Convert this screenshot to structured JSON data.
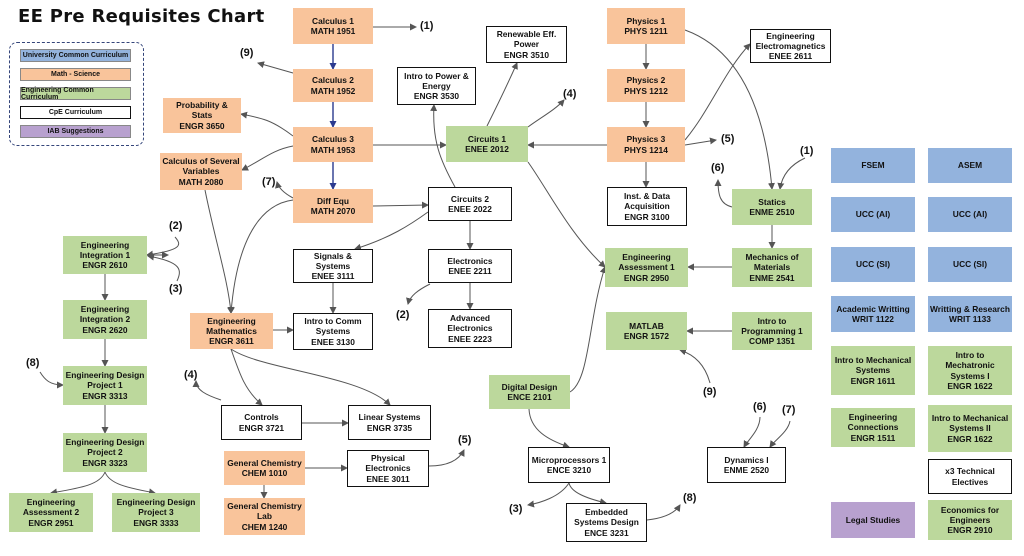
{
  "title": "EE Pre Requisites Chart",
  "legend": {
    "items": [
      {
        "label": "University Common Curriculum",
        "color": "#93b3dd"
      },
      {
        "label": "Math - Science",
        "color": "#f9c49b"
      },
      {
        "label": "Engineering Common Curriculum",
        "color": "#bcd89c"
      },
      {
        "label": "CpE Curriculum",
        "color": "#ffffff"
      },
      {
        "label": "IAB Suggestions",
        "color": "#b8a1cf"
      }
    ]
  },
  "courses": {
    "calc1": {
      "name": "Calculus 1",
      "code": "MATH 1951"
    },
    "calc2": {
      "name": "Calculus 2",
      "code": "MATH 1952"
    },
    "calc3": {
      "name": "Calculus 3",
      "code": "MATH 1953"
    },
    "prob": {
      "name": "Probability & Stats",
      "code": "ENGR 3650"
    },
    "cosv": {
      "name": "Calculus of Several Variables",
      "code": "MATH 2080"
    },
    "diffeq": {
      "name": "Diff Equ",
      "code": "MATH 2070"
    },
    "engmath": {
      "name": "Engineering Mathematics",
      "code": "ENGR 3611"
    },
    "ipe": {
      "name": "Intro to Power & Energy",
      "code": "ENGR 3530"
    },
    "ren": {
      "name": "Renewable Eff. Power",
      "code": "ENGR 3510"
    },
    "circ1": {
      "name": "Circuits 1",
      "code": "ENEE 2012"
    },
    "circ2": {
      "name": "Circuits 2",
      "code": "ENEE 2022"
    },
    "sig": {
      "name": "Signals & Systems",
      "code": "ENEE 3111"
    },
    "comm": {
      "name": "Intro to Comm Systems",
      "code": "ENEE 3130"
    },
    "elec": {
      "name": "Electronics",
      "code": "ENEE 2211"
    },
    "advelec": {
      "name": "Advanced Electronics",
      "code": "ENEE 2223"
    },
    "controls": {
      "name": "Controls",
      "code": "ENGR 3721"
    },
    "linsys": {
      "name": "Linear Systems",
      "code": "ENGR 3735"
    },
    "gchem": {
      "name": "General Chemistry",
      "code": "CHEM 1010"
    },
    "gchemlab": {
      "name": "General Chemistry Lab",
      "code": "CHEM 1240"
    },
    "physel": {
      "name": "Physical Electronics",
      "code": "ENEE 3011"
    },
    "ei1": {
      "name": "Engineering Integration 1",
      "code": "ENGR 2610"
    },
    "ei2": {
      "name": "Engineering Integration 2",
      "code": "ENGR 2620"
    },
    "edp1": {
      "name": "Engineering Design Project 1",
      "code": "ENGR 3313"
    },
    "edp2": {
      "name": "Engineering Design Project 2",
      "code": "ENGR 3323"
    },
    "ea2": {
      "name": "Engineering Assessment 2",
      "code": "ENGR 2951"
    },
    "edp3": {
      "name": "Engineering Design Project 3",
      "code": "ENGR 3333"
    },
    "phys1": {
      "name": "Physics 1",
      "code": "PHYS 1211"
    },
    "phys2": {
      "name": "Physics 2",
      "code": "PHYS 1212"
    },
    "phys3": {
      "name": "Physics 3",
      "code": "PHYS 1214"
    },
    "emag": {
      "name": "Engineering Electromagnetics",
      "code": "ENEE 2611"
    },
    "inst": {
      "name": "Inst. & Data Acquisition",
      "code": "ENGR 3100"
    },
    "statics": {
      "name": "Statics",
      "code": "ENME 2510"
    },
    "mom": {
      "name": "Mechanics of Materials",
      "code": "ENME 2541"
    },
    "ea1": {
      "name": "Engineering Assessment 1",
      "code": "ENGR 2950"
    },
    "matlab": {
      "name": "MATLAB",
      "code": "ENGR 1572"
    },
    "prog": {
      "name": "Intro to Programming 1",
      "code": "COMP 1351"
    },
    "dd": {
      "name": "Digital Design",
      "code": "ENCE 2101"
    },
    "micro": {
      "name": "Microprocessors 1",
      "code": "ENCE 3210"
    },
    "emb": {
      "name": "Embedded Systems Design",
      "code": "ENCE 3231"
    },
    "dyn": {
      "name": "Dynamics I",
      "code": "ENME 2520"
    }
  },
  "ucc": {
    "fsem": "FSEM",
    "asem": "ASEM",
    "ai1": "UCC (AI)",
    "ai2": "UCC (AI)",
    "si1": "UCC (SI)",
    "si2": "UCC (SI)",
    "aw": {
      "name": "Academic Writting",
      "code": "WRIT 1122"
    },
    "wr": {
      "name": "Writting & Research",
      "code": "WRIT 1133"
    },
    "imech": {
      "name": "Intro to Mechanical Systems",
      "code": "ENGR 1611"
    },
    "imecha": {
      "name": "Intro to Mechatronic Systems I",
      "code": "ENGR 1622"
    },
    "econn": {
      "name": "Engineering Connections",
      "code": "ENGR 1511"
    },
    "imech2": {
      "name": "Intro to Mechanical Systems  II",
      "code": "ENGR 1622"
    },
    "x3": "x3 Technical Electives",
    "legal": "Legal Studies",
    "econ": {
      "name": "Economics for Engineers",
      "code": "ENGR 2910"
    }
  },
  "refs": {
    "r1a": "(1)",
    "r9a": "(9)",
    "r4a": "(4)",
    "r5a": "(5)",
    "r1b": "(1)",
    "r6a": "(6)",
    "r7a": "(7)",
    "r2a": "(2)",
    "r3a": "(3)",
    "r8a": "(8)",
    "r2b": "(2)",
    "r4b": "(4)",
    "r9b": "(9)",
    "r5b": "(5)",
    "r6b": "(6)",
    "r7b": "(7)",
    "r3b": "(3)",
    "r8b": "(8)"
  },
  "colors": {
    "math": "#f9c49b",
    "engineering": "#bcd89c",
    "ucc": "#93b3dd",
    "iab": "#b8a1cf",
    "cpe": "#ffffff",
    "calc_chain_arrow": "#2b3a8f",
    "arrow": "#555555"
  }
}
